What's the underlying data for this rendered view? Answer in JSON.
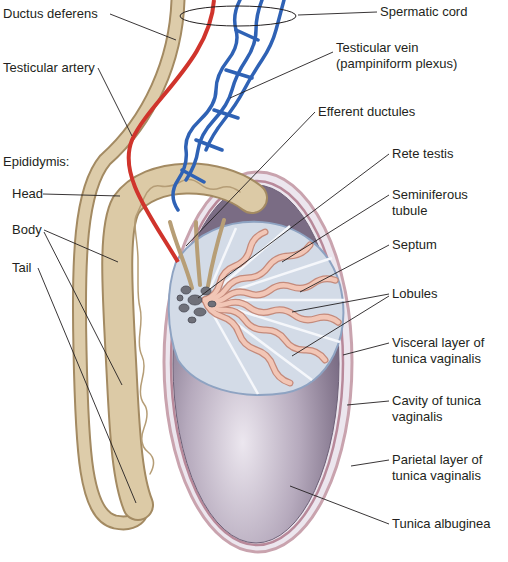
{
  "diagram": {
    "labels": [
      "Ductus deferens",
      "Spermatic cord",
      "Testicular artery",
      "Testicular vein (pampiniform plexus)",
      "Efferent ductules",
      "Rete testis",
      "Epididymis:",
      "Head",
      "Seminiferous tubule",
      "Body",
      "Septum",
      "Tail",
      "Lobules",
      "Visceral layer of tunica vaginalis",
      "Cavity of tunica vaginalis",
      "Parietal layer of tunica vaginalis",
      "Tunica albuginea"
    ]
  }
}
